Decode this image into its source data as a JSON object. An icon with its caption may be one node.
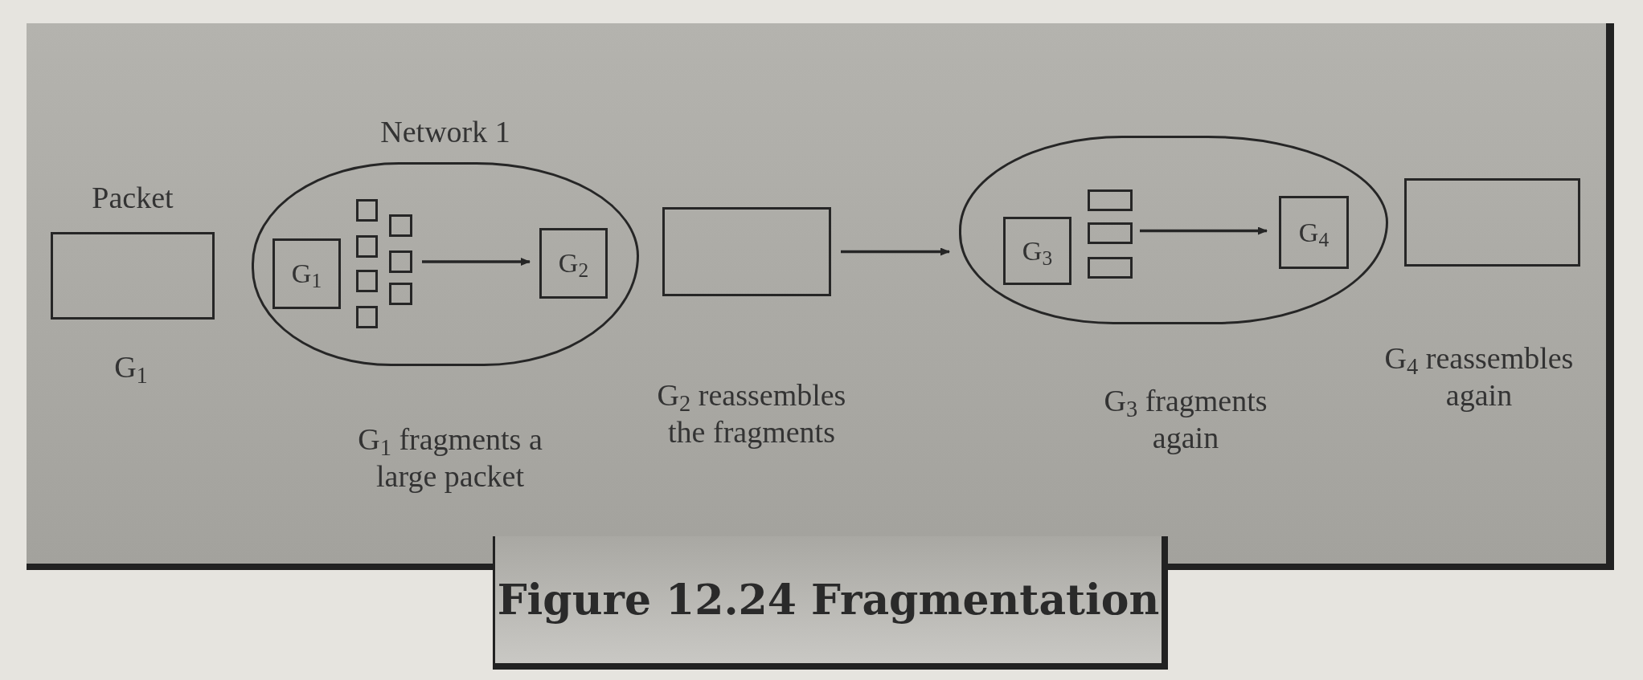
{
  "diagram": {
    "caption": "Figure 12.24 Fragmentation",
    "nodes": [
      {
        "text": [
          "Packet"
        ],
        "beside": [
          "G$_{1}$"
        ]
      },
      {
        "text": [
          "Network 1"
        ],
        "beside": [
          "G$_{1}$ fragments a large packet"
        ]
      },
      {
        "text": [
          "G$_{1}$"
        ],
        "in": 1
      },
      {
        "text": [],
        "shape": "box",
        "in": 1
      },
      {
        "text": [],
        "shape": "box",
        "in": 1
      },
      {
        "text": [],
        "shape": "box",
        "in": 1
      },
      {
        "text": [],
        "shape": "box",
        "in": 1
      },
      {
        "text": [],
        "shape": "box",
        "in": 1
      },
      {
        "text": [],
        "shape": "box",
        "in": 1
      },
      {
        "text": [],
        "shape": "box",
        "in": 1
      },
      {
        "text": [
          "G$_{2}$"
        ],
        "in": 1
      },
      {
        "text": [],
        "shape": "box",
        "beside": [
          "G$_{2}$ reassembles the fragments"
        ]
      },
      {
        "text": [],
        "shape": "cloud",
        "beside": [
          "G$_{3}$ fragments again"
        ]
      },
      {
        "text": [
          "G$_{3}$"
        ],
        "in": 12
      },
      {
        "text": [],
        "shape": "box",
        "in": 12
      },
      {
        "text": [],
        "shape": "box",
        "in": 12
      },
      {
        "text": [],
        "shape": "box",
        "in": 12
      },
      {
        "text": [
          "G$_{4}$"
        ],
        "in": 12
      },
      {
        "text": [],
        "shape": "box",
        "beside": [
          "G$_{4}$ reassembles again"
        ]
      }
    ],
    "edges": [
      {
        "from": 8,
        "to": 10,
        "arrow": "to"
      },
      {
        "from": 11,
        "to": 12,
        "arrow": "to"
      },
      {
        "from": 15,
        "to": 17,
        "arrow": "to"
      }
    ]
  }
}
